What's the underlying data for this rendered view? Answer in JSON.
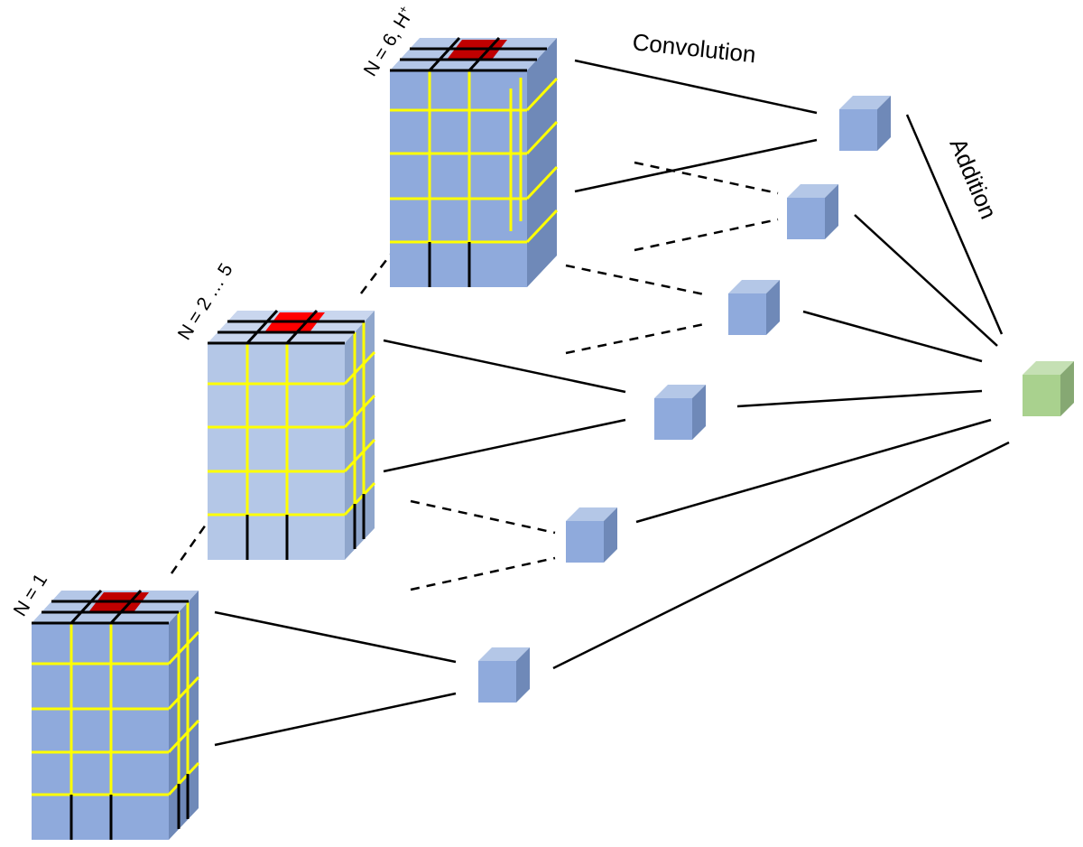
{
  "labels": {
    "stack1": "N = 1",
    "stack2": "N = 2 … 5",
    "stack3": "N = 6, H",
    "stack3_sup": "+",
    "convolution": "Convolution",
    "addition": "Addition"
  },
  "colors": {
    "cube_front": "#8faadc",
    "cube_top": "#b4c7e7",
    "cube_side": "#6f89b8",
    "light_front": "#b4c7e7",
    "light_top": "#c9d6ee",
    "light_side": "#8fa6cc",
    "highlight": "#c00000",
    "grid_yellow": "#ffff00",
    "grid_black": "#000000",
    "output_front": "#a9d18e",
    "output_top": "#c5e0b4",
    "output_side": "#86a873"
  }
}
